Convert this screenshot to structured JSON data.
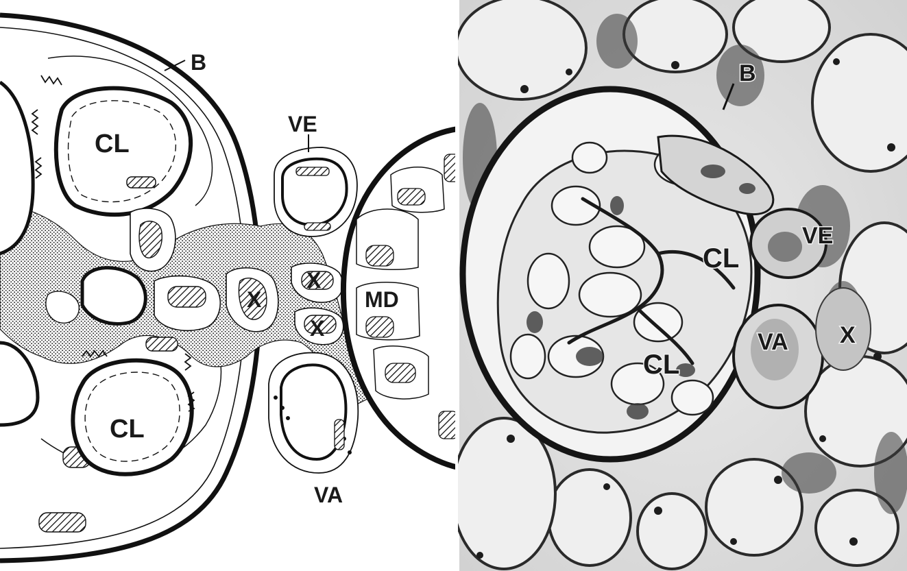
{
  "drawing": {
    "labels": {
      "b": "B",
      "ve": "VE",
      "cl_top": "CL",
      "cl_bottom": "CL",
      "x_center": "X",
      "x_upper": "X",
      "x_lower": "X",
      "md": "MD",
      "va": "VA"
    }
  },
  "micrograph": {
    "labels": {
      "b": "B",
      "ve": "VE",
      "cl_upper": "CL",
      "cl_lower": "CL",
      "va": "VA",
      "x": "X"
    }
  }
}
